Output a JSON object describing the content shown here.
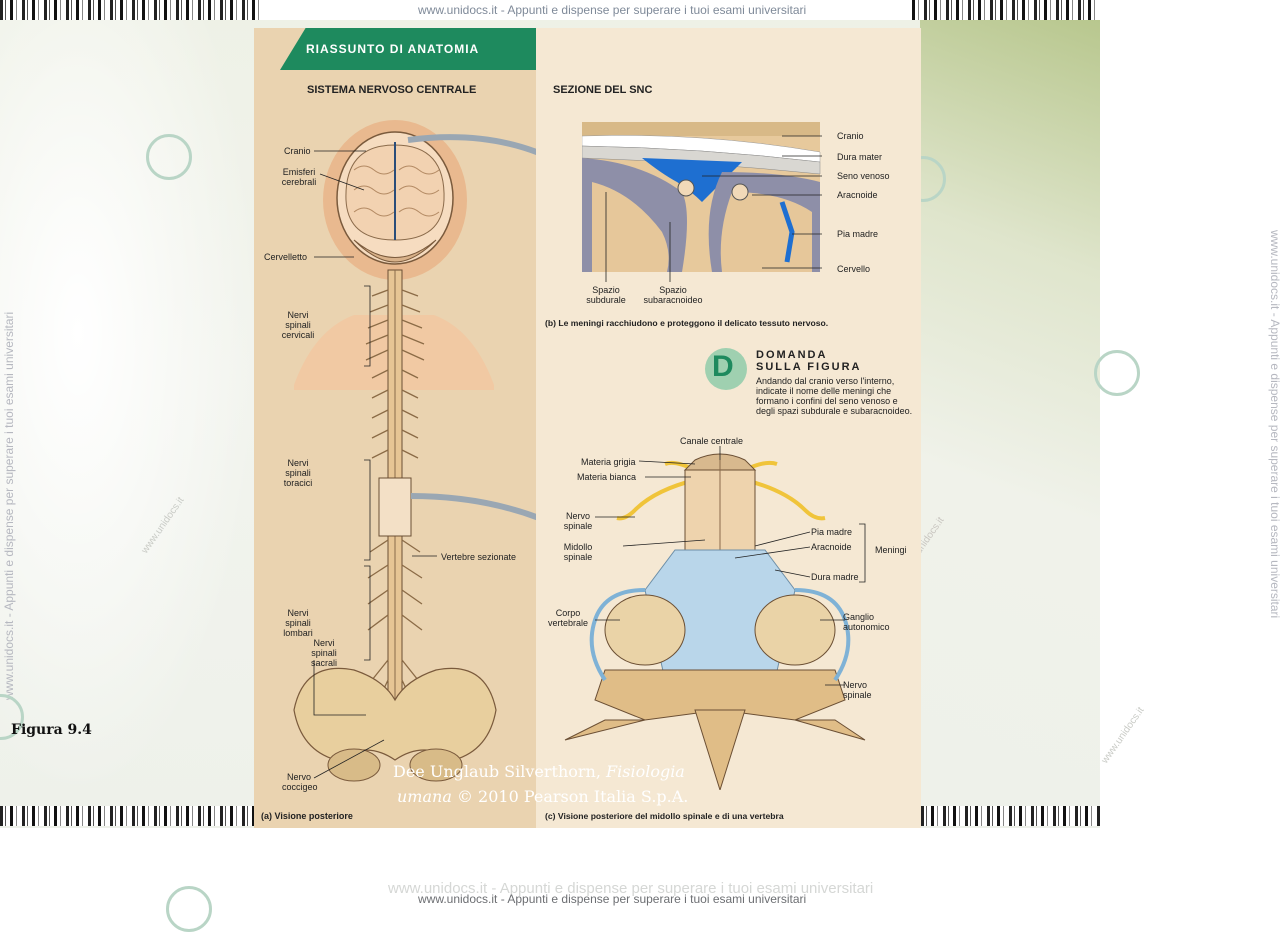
{
  "watermark": {
    "top_text": "www.unidocs.it - Appunti e dispense per superare i tuoi esami universitari",
    "bottom_faded": "www.unidocs.it - Appunti e dispense per superare i tuoi esami universitari",
    "bottom_text": "www.unidocs.it - Appunti e dispense per superare i tuoi esami universitari",
    "side_left": "www.unidocs.it - Appunti e dispense per superare i tuoi esami universitari",
    "side_right": "www.unidocs.it - Appunti e dispense per superare i tuoi esami universitari",
    "diag_small": "www.unidocs.it"
  },
  "figure_label": "Figura 9.4",
  "credit": {
    "line1_plain": "Dee Unglaub Silverthorn, ",
    "line1_italic": "Fisiologia",
    "line2_italic": "umana",
    "line2_plain": " © 2010 Pearson Italia S.p.A."
  },
  "page": {
    "header": "RIASSUNTO DI ANATOMIA",
    "left_heading": "SISTEMA NERVOSO CENTRALE",
    "right_heading": "SEZIONE DEL SNC",
    "left_labels": {
      "cranio": "Cranio",
      "emisferi": "Emisferi cerebrali",
      "cervelletto": "Cervelletto",
      "cervicali": "Nervi spinali cervicali",
      "toracici": "Nervi spinali toracici",
      "vertebre": "Vertebre sezionate",
      "lombari": "Nervi spinali lombari",
      "sacrali": "Nervi spinali sacrali",
      "coccigeo": "Nervo coccigeo"
    },
    "caption_a": "(a) Visione posteriore",
    "meningi_labels": {
      "cranio": "Cranio",
      "dura": "Dura mater",
      "seno": "Seno venoso",
      "aracnoide": "Aracnoide",
      "pia": "Pia madre",
      "cervello": "Cervello",
      "subdurale": "Spazio subdurale",
      "subaracnoideo": "Spazio subaracnoideo"
    },
    "caption_b": "(b) Le meningi racchiudono e proteggono il delicato tessuto nervoso.",
    "domanda": {
      "letter": "D",
      "title1": "DOMANDA",
      "title2": "SULLA FIGURA",
      "text": "Andando dal cranio verso l'interno, indicate il nome delle meningi che formano i confini del seno venoso e degli spazi subdurale e subaracnoideo."
    },
    "cord_labels": {
      "canale": "Canale centrale",
      "grigia": "Materia grigia",
      "bianca": "Materia bianca",
      "nervo": "Nervo spinale",
      "midollo": "Midollo spinale",
      "pia": "Pia madre",
      "aracnoide": "Aracnoide",
      "meningi": "Meningi",
      "dura": "Dura madre",
      "corpo": "Corpo vertebrale",
      "ganglio": "Ganglio autonomico",
      "nervo2": "Nervo spinale"
    },
    "caption_c": "(c) Visione posteriore del midollo spinale e di una vertebra"
  }
}
